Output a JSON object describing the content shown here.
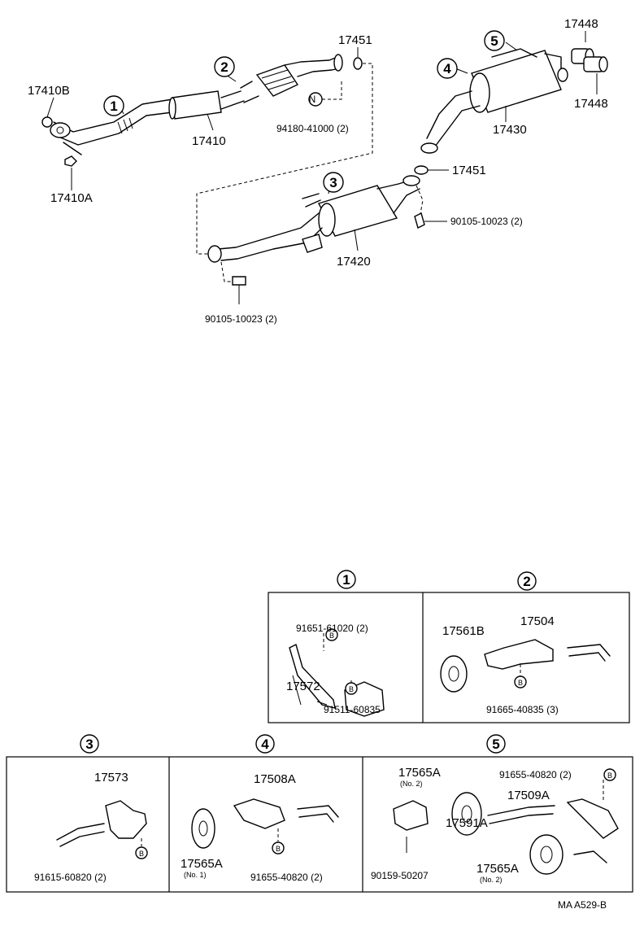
{
  "main": {
    "callouts": {
      "c1": "1",
      "c2": "2",
      "c3": "3",
      "c4": "4",
      "c5": "5"
    },
    "labels": {
      "p17410B": "17410B",
      "p17410A": "17410A",
      "p17410": "17410",
      "p17451_top": "17451",
      "pN": "N",
      "p94180": "94180-41000 (2)",
      "p17448_top": "17448",
      "p17448_bot": "17448",
      "p17430": "17430",
      "p17451_mid": "17451",
      "p90105_right": "90105-10023 (2)",
      "p17420": "17420",
      "p90105_bottom": "90105-10023 (2)"
    }
  },
  "details": {
    "d1": {
      "num": "1",
      "p91651": "91651-61020 (2)",
      "p17572": "17572",
      "p91511": "91511-60835",
      "b1": "B",
      "b2": "B"
    },
    "d2": {
      "num": "2",
      "p17561B": "17561B",
      "p17504": "17504",
      "p91665": "91665-40835 (3)",
      "b": "B"
    },
    "d3": {
      "num": "3",
      "p17573": "17573",
      "p91615": "91615-60820 (2)",
      "b": "B"
    },
    "d4": {
      "num": "4",
      "p17508A": "17508A",
      "p17565A": "17565A",
      "no1": "(No. 1)",
      "p91655": "91655-40820 (2)",
      "b": "B"
    },
    "d5": {
      "num": "5",
      "p17565A_top": "17565A",
      "no2_top": "(No. 2)",
      "p91655": "91655-40820 (2)",
      "b": "B",
      "p17509A": "17509A",
      "p17591A": "17591A",
      "p90159": "90159-50207",
      "p17565A_bot": "17565A",
      "no2_bot": "(No. 2)"
    }
  },
  "footer": {
    "code": "MA A529-B"
  }
}
